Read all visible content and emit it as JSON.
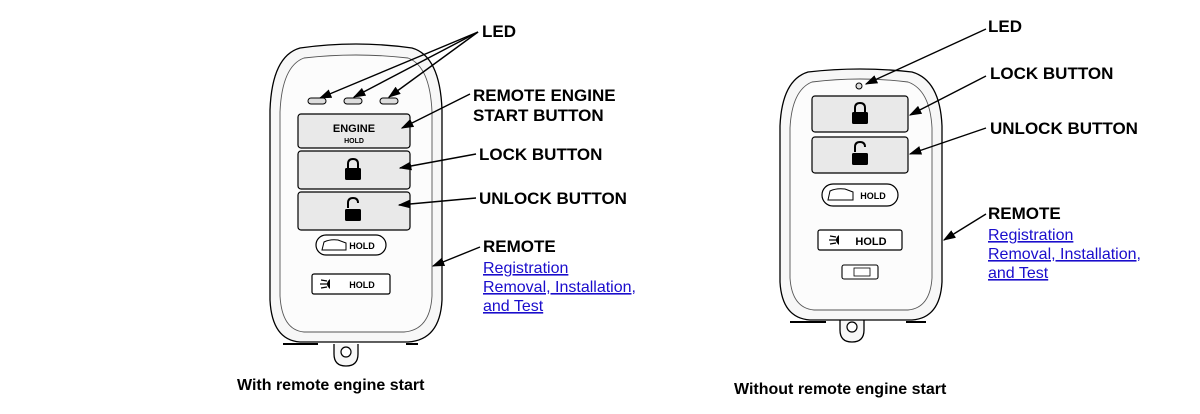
{
  "left_fob": {
    "led_label": "LED",
    "engine_button_text": "ENGINE",
    "engine_hold_text": "HOLD",
    "remote_engine_start_label_line1": "REMOTE ENGINE",
    "remote_engine_start_label_line2": "START BUTTON",
    "lock_label": "LOCK BUTTON",
    "unlock_label": "UNLOCK BUTTON",
    "trunk_hold_text": "HOLD",
    "panic_hold_text": "HOLD",
    "remote_label": "REMOTE",
    "links": [
      "Registration",
      "Removal, Installation,",
      "and Test"
    ],
    "caption": "With remote engine start"
  },
  "right_fob": {
    "led_label": "LED",
    "lock_label": "LOCK BUTTON",
    "unlock_label": "UNLOCK BUTTON",
    "trunk_hold_text": "HOLD",
    "panic_hold_text": "HOLD",
    "remote_label": "REMOTE",
    "links": [
      "Registration",
      "Removal, Installation,",
      "and Test"
    ],
    "caption": "Without remote engine start"
  },
  "icons": [
    "led-indicator-icon",
    "lock-icon",
    "unlock-icon",
    "trunk-icon",
    "panic-light-icon"
  ]
}
